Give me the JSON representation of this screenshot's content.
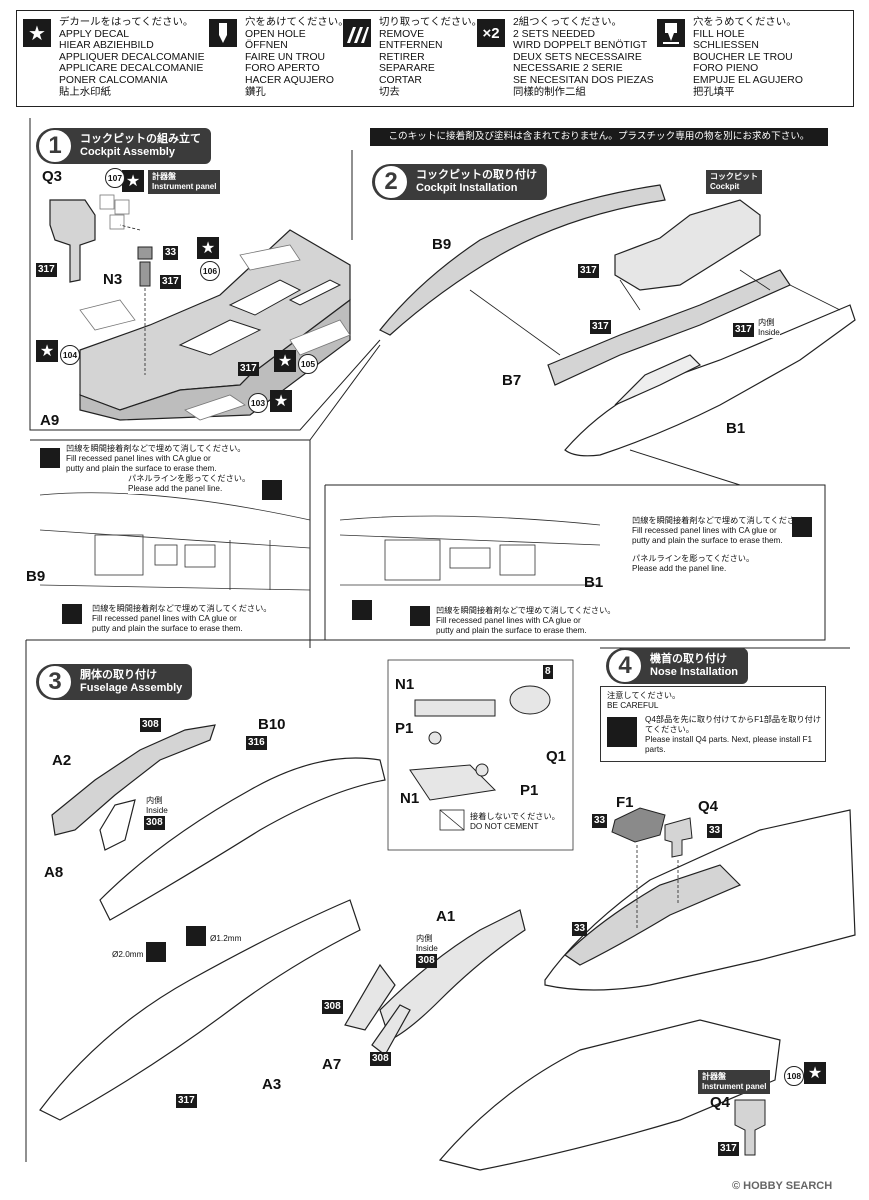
{
  "legend": [
    {
      "icon": "star-icon",
      "glyph": "★",
      "lines": [
        "デカールをはってください。",
        "APPLY DECAL",
        "HIEAR ABZIEHBILD",
        "APPLIQUER DECALCOMANIE",
        "APPLICARE DECALCOMANIE",
        "PONER CALCOMANIA",
        "貼上水印紙"
      ]
    },
    {
      "icon": "drill-open-icon",
      "glyph": "",
      "lines": [
        "穴をあけてください。",
        "OPEN HOLE",
        "ÖFFNEN",
        "FAIRE UN TROU",
        "FORO APERTO",
        "HACER AQUJERO",
        "鑽孔"
      ]
    },
    {
      "icon": "cut-icon",
      "glyph": "",
      "lines": [
        "切り取ってください。",
        "REMOVE",
        "ENTFERNEN",
        "RETIRER",
        "SEPARARE",
        "CORTAR",
        "切去"
      ]
    },
    {
      "icon": "times-two-icon",
      "glyph": "×2",
      "lines": [
        "2組つくってください。",
        "2 SETS NEEDED",
        "WIRD DOPPELT BENÖTIGT",
        "DEUX SETS NECESSAIRE",
        "NECESSARIE 2 SERIE",
        "SE NECESITAN DOS PIEZAS",
        "同樣的制作二組"
      ]
    },
    {
      "icon": "fill-hole-icon",
      "glyph": "",
      "lines": [
        "穴をうめてください。",
        "FILL HOLE",
        "SCHLIESSEN",
        "BOUCHER LE TROU",
        "FORO PIENO",
        "EMPUJE EL AGUJERO",
        "把孔填平"
      ]
    }
  ],
  "notice": "このキットに接着剤及び塗料は含まれておりません。プラスチック専用の物を別にお求め下さい。",
  "steps": {
    "s1": {
      "num": "1",
      "jp": "コックピットの組み立て",
      "en": "Cockpit Assembly"
    },
    "s2": {
      "num": "2",
      "jp": "コックピットの取り付け",
      "en": "Cockpit Installation"
    },
    "s3": {
      "num": "3",
      "jp": "胴体の取り付け",
      "en": "Fuselage Assembly"
    },
    "s4": {
      "num": "4",
      "jp": "機首の取り付け",
      "en": "Nose Installation"
    }
  },
  "tags": {
    "instrument_jp": "計器盤",
    "instrument_en": "Instrument panel",
    "cockpit_jp": "コックピット",
    "cockpit_en": "Cockpit",
    "inside_jp": "内側",
    "inside_en": "Inside"
  },
  "parts": {
    "q3": "Q3",
    "n3": "N3",
    "a9": "A9",
    "b9": "B9",
    "b7": "B7",
    "b1": "B1",
    "a2": "A2",
    "a8": "A8",
    "b10": "B10",
    "a1": "A1",
    "a7": "A7",
    "a3": "A3",
    "n1": "N1",
    "p1": "P1",
    "q1": "Q1",
    "f1": "F1",
    "q4": "Q4"
  },
  "codes": {
    "c317": "317",
    "c33": "33",
    "c308": "308",
    "c316": "316",
    "c8": "8"
  },
  "decals": {
    "d107": "107",
    "d106": "106",
    "d104": "104",
    "d105": "105",
    "d103": "103",
    "d108": "108"
  },
  "notes": {
    "fill_jp": "凹線を瞬間接着剤などで埋めて消してください。",
    "fill_en1": "Fill recessed panel lines with CA glue or",
    "fill_en2": "putty and plain the surface to erase them.",
    "panel_jp": "パネルラインを彫ってください。",
    "panel_en": "Please add the panel line.",
    "nocement_jp": "接着しないでください。",
    "nocement_en": "DO NOT CEMENT",
    "careful_jp": "注意してください。",
    "careful_en": "BE CAREFUL",
    "careful_l1": "Q4部品を先に取り付けてからF1部品を取り付け",
    "careful_l2": "てください。",
    "careful_l3": "Please install Q4 parts. Next, please install F1",
    "careful_l4": "parts.",
    "hole20": "Ø2.0mm",
    "hole12": "Ø1.2mm"
  },
  "watermark": "© HOBBY SEARCH"
}
